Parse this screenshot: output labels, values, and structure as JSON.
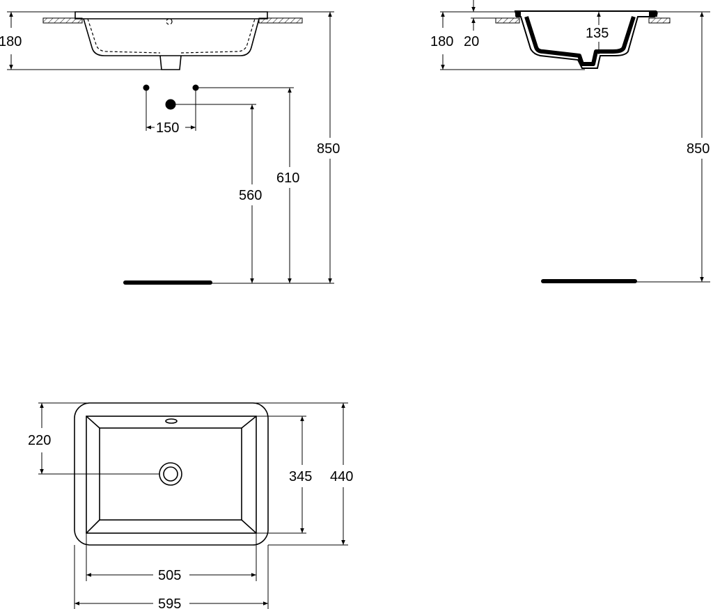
{
  "front_view": {
    "basin_height": "180",
    "tap_hole_spacing": "150",
    "waste_height": "560",
    "tap_height": "610",
    "total_height": "850"
  },
  "side_view": {
    "basin_height": "180",
    "rim_thickness": "20",
    "bowl_depth": "135",
    "total_height": "850"
  },
  "top_view": {
    "waste_offset": "220",
    "inner_depth": "345",
    "outer_depth": "440",
    "inner_width": "505",
    "outer_width": "595"
  }
}
